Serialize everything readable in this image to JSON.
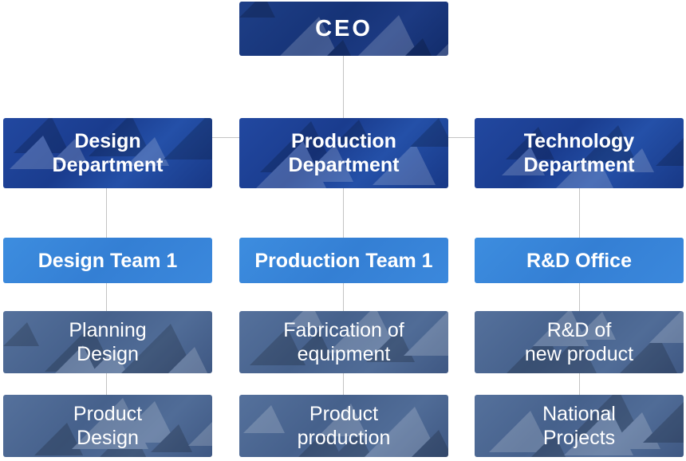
{
  "org": {
    "ceo": "CEO",
    "departments": [
      {
        "name": "Design\nDepartment",
        "team": "Design Team 1",
        "units": [
          "Planning\nDesign",
          "Product\nDesign"
        ]
      },
      {
        "name": "Production\nDepartment",
        "team": "Production Team 1",
        "units": [
          "Fabrication of\nequipment",
          "Product\nproduction"
        ]
      },
      {
        "name": "Technology\nDepartment",
        "team": "R&D Office",
        "units": [
          "R&D of\nnew product",
          "National\nProjects"
        ]
      }
    ]
  },
  "colors": {
    "ceo": "#163377",
    "department": "#1a3c8e",
    "team": "#347fd4",
    "unit": "#46618c",
    "connector": "#c4c4c4"
  }
}
